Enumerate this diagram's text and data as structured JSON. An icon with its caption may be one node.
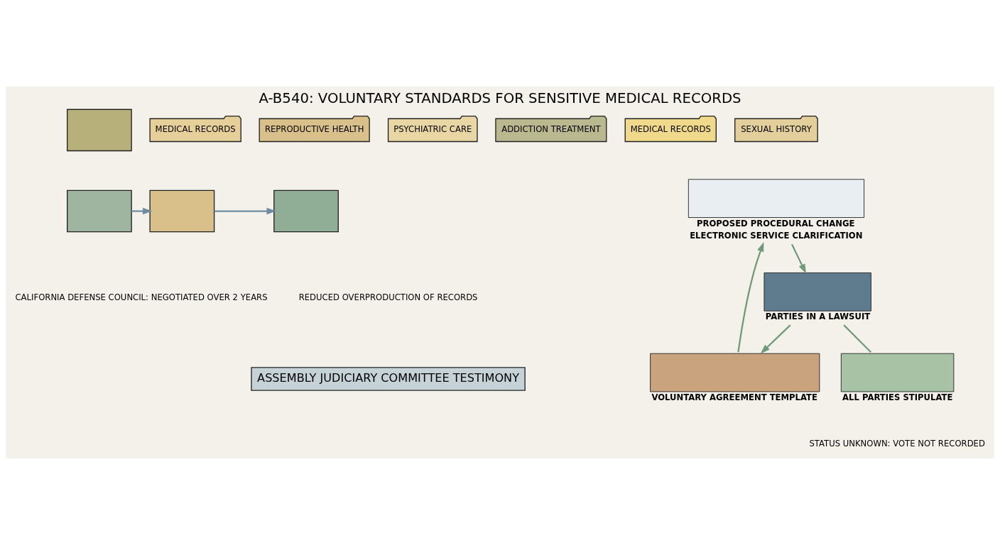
{
  "diagram": {
    "title": "A-B540: VOLUNTARY STANDARDS FOR SENSITIVE MEDICAL RECORDS",
    "caption": "ASSEMBLY JUDICIARY COMMITTEE TESTIMONY",
    "nodes": [
      {
        "text": [],
        "shape": "box"
      },
      {
        "text": [
          "MEDICAL RECORDS"
        ]
      },
      {
        "text": [
          "REPRODUCTIVE HEALTH"
        ]
      },
      {
        "text": [
          "PSYCHIATRIC CARE"
        ]
      },
      {
        "text": [
          "ADDICTION TREATMENT"
        ]
      },
      {
        "text": [
          "MEDICAL RECORDS"
        ]
      },
      {
        "text": [
          "SEXUAL HISTORY"
        ]
      },
      {
        "text": [],
        "shape": "box"
      },
      {
        "text": [],
        "shape": "box"
      },
      {
        "text": [],
        "shape": "box"
      },
      {
        "text": [],
        "shape": "box",
        "beside": [
          "PROPOSED PROCEDURAL CHANGE",
          "ELECTRONIC SERVICE CLARIFICATION"
        ]
      },
      {
        "text": [],
        "shape": "box",
        "beside": [
          "PARTIES IN A LAWSUIT"
        ]
      },
      {
        "text": [],
        "shape": "box",
        "beside": [
          "VOLUNTARY AGREEMENT TEMPLATE"
        ]
      },
      {
        "text": [],
        "shape": "box",
        "beside": [
          "ALL PARTIES STIPULATE"
        ]
      }
    ],
    "edges": [
      {
        "from": 7,
        "to": 8,
        "arrow": "to",
        "color": "#6f8ca3"
      },
      {
        "from": 8,
        "to": 9,
        "arrow": "to",
        "color": "#6f8ca3"
      },
      {
        "from": 10,
        "to": 11,
        "arrow": "to"
      },
      {
        "from": 11,
        "to": 12,
        "arrow": "to"
      },
      {
        "from": 12,
        "to": 10,
        "arrow": "to"
      },
      {
        "from": 11,
        "to": 13,
        "arrow": "none"
      }
    ],
    "labels": [
      "CALIFORNIA DEFENSE COUNCIL: NEGOTIATED OVER 2 YEARS",
      "REDUCED OVERPRODUCTION OF RECORDS",
      "STATUS UNKNOWN: VOTE NOT RECORDED"
    ]
  }
}
